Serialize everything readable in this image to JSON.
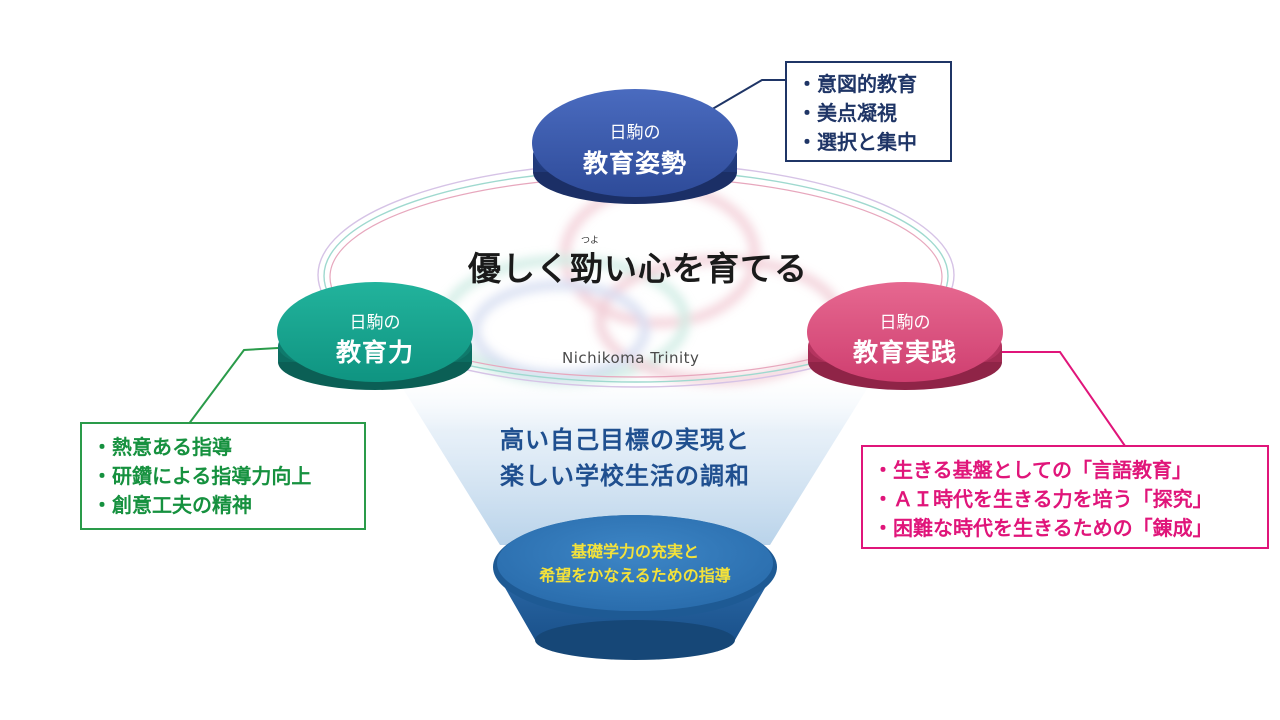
{
  "headline": {
    "text": "優しく勁い心を育てる",
    "ruby": "つよ"
  },
  "trinity_label": "Nichikoma Trinity",
  "nodes": {
    "posture": {
      "sub": "日駒の",
      "main": "教育姿勢",
      "color": "#2f4f9e"
    },
    "ability": {
      "sub": "日駒の",
      "main": "教育力",
      "color": "#159e8a"
    },
    "practice": {
      "sub": "日駒の",
      "main": "教育実践",
      "color": "#d84f7b"
    }
  },
  "posture_points": [
    "・意図的教育",
    "・美点凝視",
    "・選択と集中"
  ],
  "ability_points": [
    "・熱意ある指導",
    "・研鑽による指導力向上",
    "・創意工夫の精神"
  ],
  "practice_points": [
    "・生きる基盤としての「言語教育」",
    "・ＡＩ時代を生きる力を培う「探究」",
    "・困難な時代を生きるための「錬成」"
  ],
  "goal": {
    "line1": "高い自己目標の実現と",
    "line2": "楽しい学校生活の調和"
  },
  "foundation": {
    "line1": "基礎学力の充実と",
    "line2": "希望をかなえるための指導",
    "text_color": "#f4e23a"
  },
  "colors": {
    "navy": "#1f3566",
    "green": "#2a9b4a",
    "pink": "#e0157a",
    "goal_text": "#1f4f8f"
  }
}
